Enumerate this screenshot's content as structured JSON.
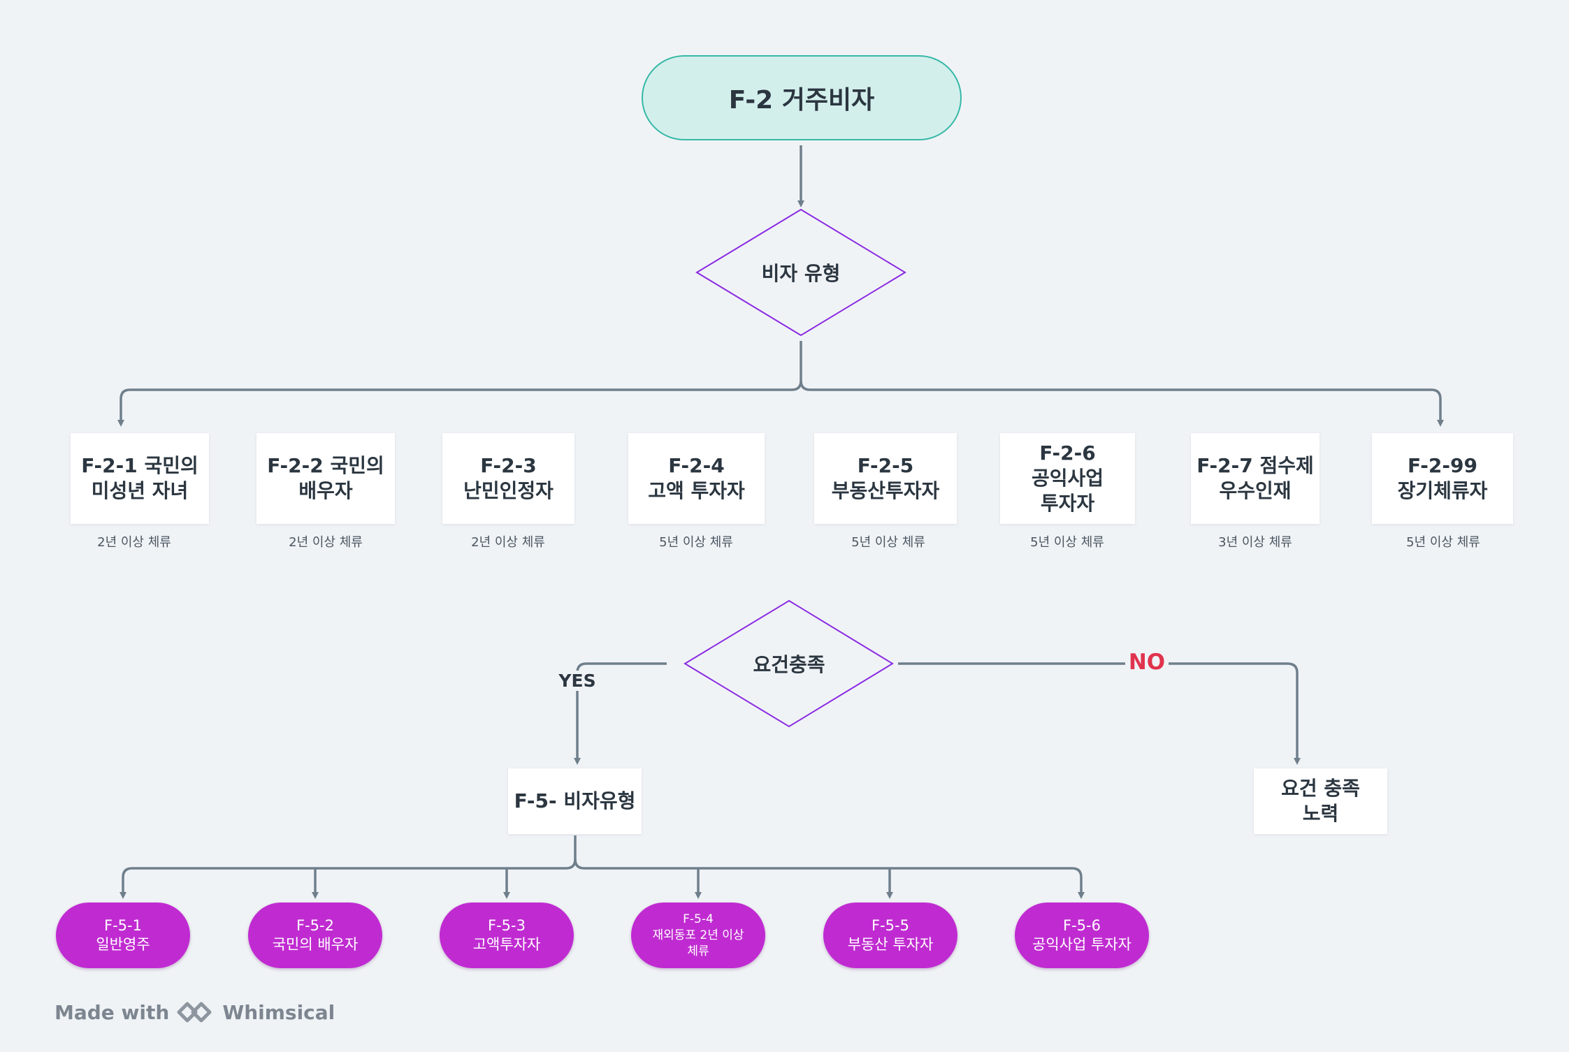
{
  "title": "F-2 거주비자",
  "decision_type": "비자 유형",
  "f2_types": [
    {
      "label": "F-2-1 국민의\n미성년 자녀",
      "note": "2년 이상 체류"
    },
    {
      "label": "F-2-2 국민의\n배우자",
      "note": "2년 이상 체류"
    },
    {
      "label": "F-2-3\n난민인정자",
      "note": "2년 이상 체류"
    },
    {
      "label": "F-2-4\n고액 투자자",
      "note": "5년 이상 체류"
    },
    {
      "label": "F-2-5\n부동산투자자",
      "note": "5년 이상 체류"
    },
    {
      "label": "F-2-6\n공익사업\n투자자",
      "note": "5년 이상 체류"
    },
    {
      "label": "F-2-7 점수제\n우수인재",
      "note": "3년 이상 체류"
    },
    {
      "label": "F-2-99\n장기체류자",
      "note": "5년 이상 체류"
    }
  ],
  "decision_requirements": "요건충족",
  "yes_label": "YES",
  "no_label": "NO",
  "f5_node": "F-5- 비자유형",
  "effort_node": "요건 충족\n노력",
  "f5_types": [
    {
      "label": "F-5-1\n일반영주"
    },
    {
      "label": "F-5-2\n국민의 배우자"
    },
    {
      "label": "F-5-3\n고액투자자"
    },
    {
      "label": "F-5-4\n재외동포 2년 이상\n체류"
    },
    {
      "label": "F-5-5\n부동산 투자자"
    },
    {
      "label": "F-5-6\n공익사업 투자자"
    }
  ],
  "footer": {
    "made_with": "Made with",
    "brand": "Whimsical"
  },
  "colors": {
    "background": "#f0f3f6",
    "start_fill": "#d3efec",
    "start_border": "#36b8a7",
    "diamond_stroke": "#8a2be2",
    "connector": "#6f7f8c",
    "pill_fill": "#c02bd1",
    "no_label": "#e0334d",
    "text": "#2b3640"
  }
}
